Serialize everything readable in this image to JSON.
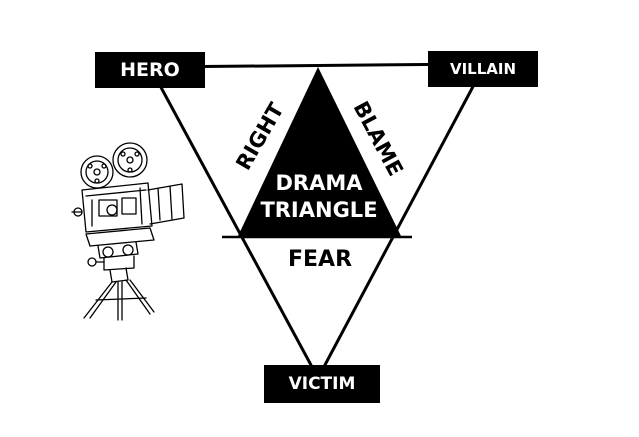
{
  "roles": {
    "hero": "HERO",
    "villain": "VILLAIN",
    "victim": "VICTIM"
  },
  "center": {
    "line1": "DRAMA",
    "line2": "TRIANGLE"
  },
  "edges": {
    "right": "RIGHT",
    "blame": "BLAME",
    "fear": "FEAR"
  },
  "colors": {
    "ink": "#000000",
    "paper": "#ffffff"
  },
  "illustration": "vintage-movie-camera-sketch"
}
